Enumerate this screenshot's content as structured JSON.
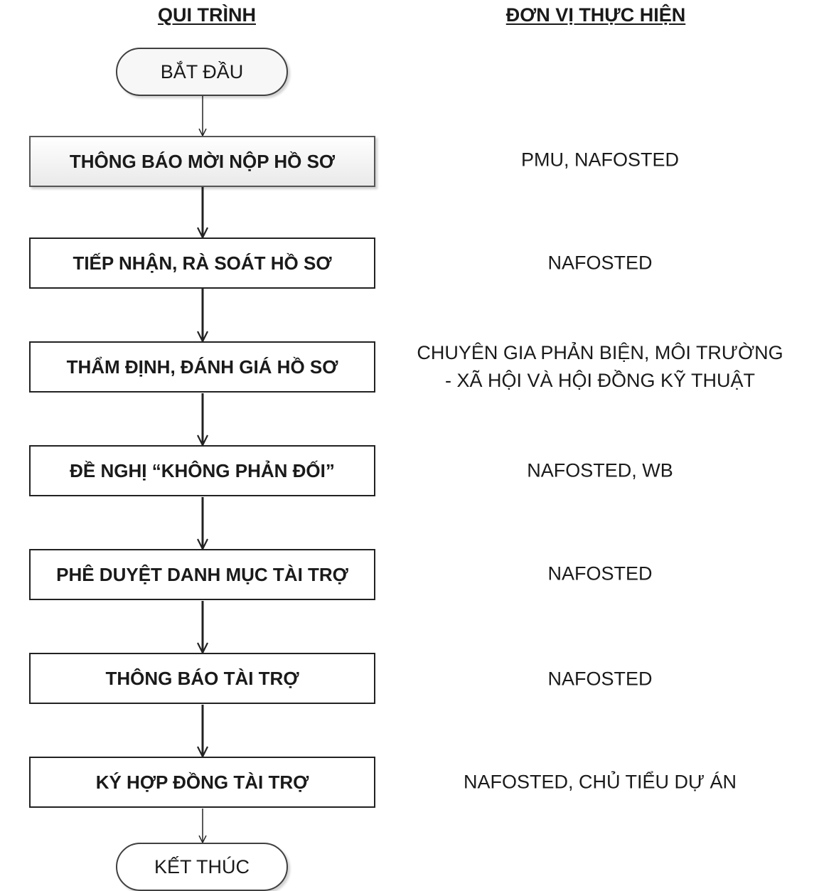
{
  "headings": {
    "process": "QUI TRÌNH",
    "unit": "ĐƠN VỊ THỰC HIỆN"
  },
  "terminals": {
    "start": "BẮT ĐẦU",
    "end": "KẾT THÚC"
  },
  "steps": [
    {
      "label": "THÔNG BÁO MỜI NỘP HỒ SƠ",
      "unit": [
        "PMU, NAFOSTED"
      ]
    },
    {
      "label": "TIẾP NHẬN, RÀ SOÁT HỒ SƠ",
      "unit": [
        "NAFOSTED"
      ]
    },
    {
      "label": "THẨM ĐỊNH, ĐÁNH GIÁ HỒ SƠ",
      "unit": [
        "CHUYÊN GIA PHẢN BIỆN, MÔI TRƯỜNG",
        "- XÃ HỘI VÀ HỘI ĐỒNG KỸ THUẬT"
      ]
    },
    {
      "label": "ĐỀ NGHỊ “KHÔNG PHẢN ĐỐI”",
      "unit": [
        "NAFOSTED, WB"
      ]
    },
    {
      "label": "PHÊ DUYỆT DANH MỤC TÀI TRỢ",
      "unit": [
        "NAFOSTED"
      ]
    },
    {
      "label": "THÔNG BÁO TÀI TRỢ",
      "unit": [
        "NAFOSTED"
      ]
    },
    {
      "label": "KÝ HỢP ĐỒNG TÀI TRỢ",
      "unit": [
        "NAFOSTED, CHỦ TIỂU DỰ ÁN"
      ]
    }
  ]
}
